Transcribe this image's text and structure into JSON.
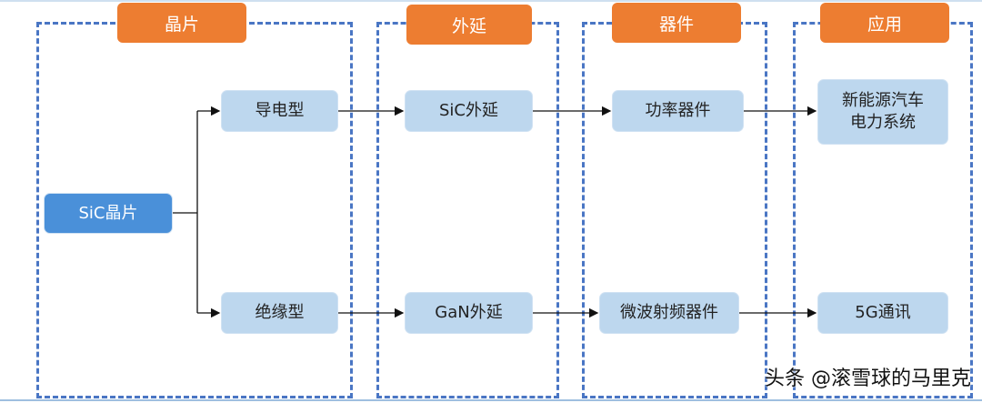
{
  "stages": {
    "wafer": "晶片",
    "epitaxy": "外延",
    "device": "器件",
    "application": "应用"
  },
  "nodes": {
    "sic_wafer": "SiC晶片",
    "conductive": "导电型",
    "semi_insulating": "绝缘型",
    "sic_epi": "SiC外延",
    "gan_epi": "GaN外延",
    "power_device": "功率器件",
    "rf_device": "微波射频器件",
    "ev_power_line1": "新能源汽车",
    "ev_power_line2": "电力系统",
    "telecom_5g": "5G通讯"
  },
  "watermark": "头条 @滚雪球的马里克",
  "colors": {
    "stage": "#ed7d31",
    "node": "#bdd7ee",
    "main_node": "#4a90d9",
    "dash": "#4a76c4"
  }
}
